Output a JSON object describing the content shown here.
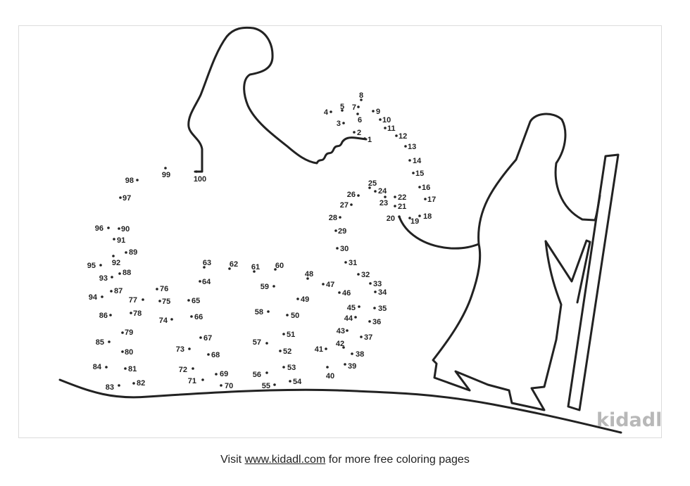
{
  "watermark": "kidadl",
  "footer": {
    "prefix": "Visit",
    "link": "www.kidadl.com",
    "suffix": "for more free coloring pages"
  },
  "dot_labels": [
    "1",
    "2",
    "3",
    "4",
    "5",
    "6",
    "7",
    "8",
    "9",
    "10",
    "11",
    "12",
    "13",
    "14",
    "15",
    "16",
    "17",
    "18",
    "19",
    "20",
    "21",
    "22",
    "23",
    "24",
    "25",
    "26",
    "27",
    "28",
    "29",
    "30",
    "31",
    "32",
    "33",
    "34",
    "35",
    "36",
    "37",
    "38",
    "39",
    "40",
    "41",
    "42",
    "43",
    "44",
    "45",
    "46",
    "47",
    "48",
    "49",
    "50",
    "51",
    "52",
    "53",
    "54",
    "55",
    "56",
    "57",
    "58",
    "59",
    "60",
    "61",
    "62",
    "63",
    "64",
    "65",
    "66",
    "67",
    "68",
    "69",
    "70",
    "71",
    "72",
    "73",
    "74",
    "75",
    "76",
    "77",
    "78",
    "79",
    "80",
    "81",
    "82",
    "83",
    "84",
    "85",
    "86",
    "87",
    "88",
    "89",
    "90",
    "91",
    "92",
    "93",
    "94",
    "95",
    "96",
    "97",
    "98",
    "99",
    "100"
  ],
  "colors": {
    "line": "#222222",
    "watermark": "#b8b8b8",
    "border": "#dcdcdc"
  }
}
